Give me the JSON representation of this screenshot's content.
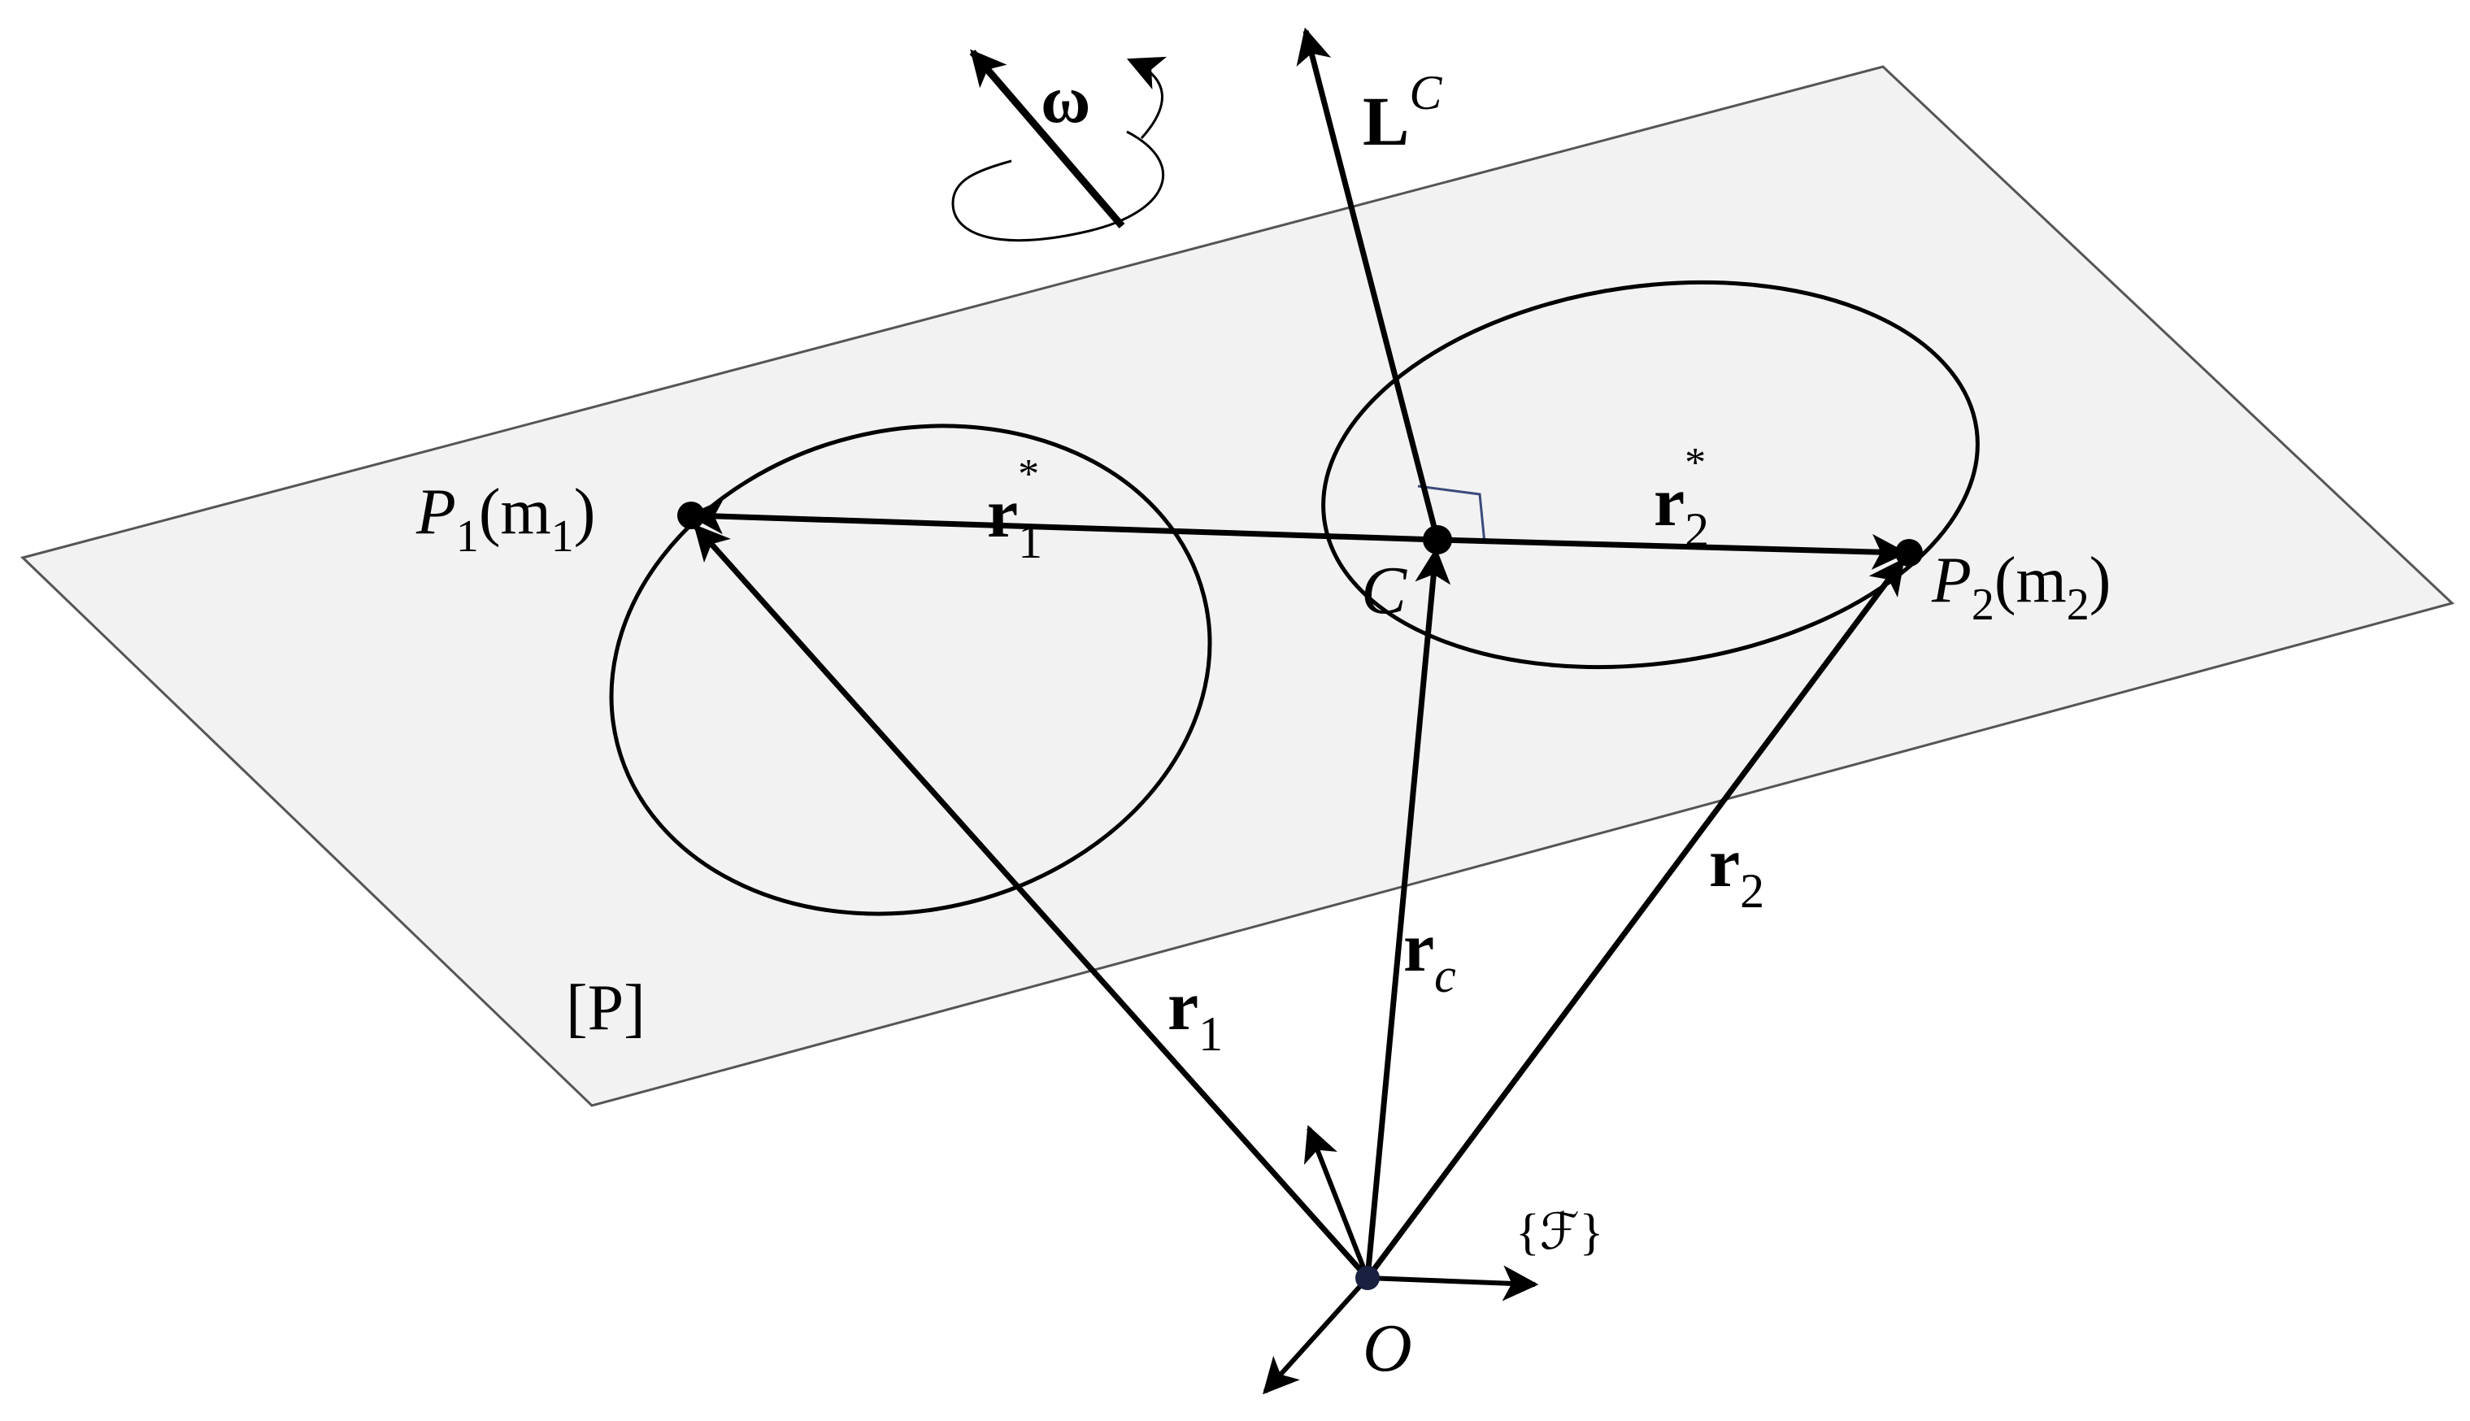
{
  "labels": {
    "plane": "[P]",
    "omega": "ω",
    "angular_momentum": {
      "base": "L",
      "sup": "C"
    },
    "r1_star": {
      "base": "r",
      "sub": "1",
      "sup": "*"
    },
    "r2_star": {
      "base": "r",
      "sub": "2",
      "sup": "*"
    },
    "p1": {
      "name": "P",
      "sub": "1",
      "mass_open": "(m",
      "mass_sub": "1",
      "mass_close": ")"
    },
    "p2": {
      "name": "P",
      "sub": "2",
      "mass_open": "(m",
      "mass_sub": "2",
      "mass_close": ")"
    },
    "center": "C",
    "origin": "O",
    "r1": {
      "base": "r",
      "sub": "1"
    },
    "r2": {
      "base": "r",
      "sub": "2"
    },
    "rc": {
      "base": "r",
      "sub": "c"
    },
    "frame": "{ℱ}"
  },
  "colors": {
    "plane_fill": "#f2f2f2",
    "plane_edge": "#555555",
    "ink": "#000000",
    "right_angle": "#3a4a7a"
  }
}
